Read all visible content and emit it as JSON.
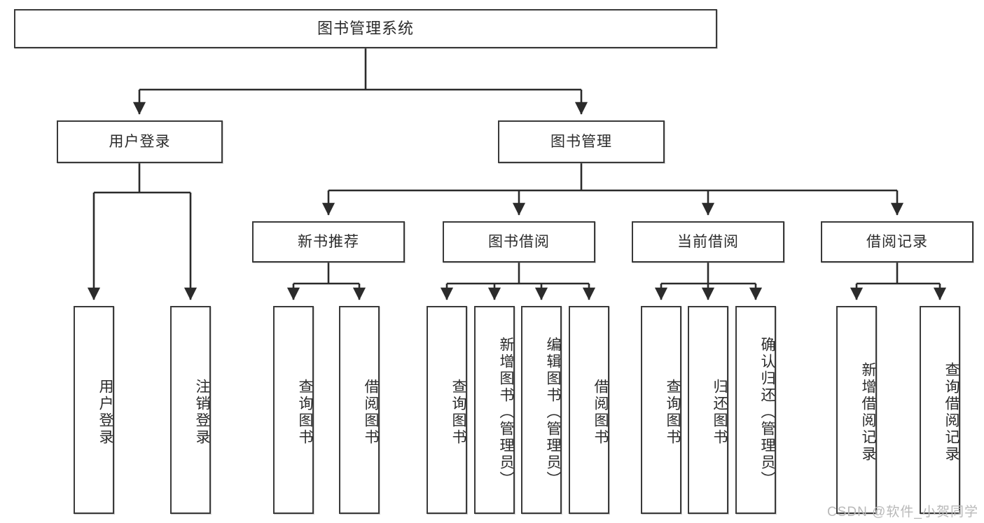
{
  "diagram": {
    "title": "图书管理系统",
    "type": "hierarchy-tree",
    "orientation": "top-down",
    "colors": {
      "box_border": "#3a3a3a",
      "box_fill": "#ffffff",
      "connector": "#2b2b2b",
      "watermark": "#b9b9b9",
      "background": "#ffffff"
    },
    "levels": 3
  },
  "root": {
    "label": "图书管理系统"
  },
  "level2": [
    {
      "id": "user-login",
      "label": "用户登录"
    },
    {
      "id": "book-manage",
      "label": "图书管理"
    }
  ],
  "level3": [
    {
      "id": "new-book-recommend",
      "label": "新书推荐",
      "parent": "book-manage"
    },
    {
      "id": "book-borrow",
      "label": "图书借阅",
      "parent": "book-manage"
    },
    {
      "id": "current-borrow",
      "label": "当前借阅",
      "parent": "book-manage"
    },
    {
      "id": "borrow-record",
      "label": "借阅记录",
      "parent": "book-manage"
    }
  ],
  "leaves": {
    "user_login": [
      {
        "id": "leaf-user-login",
        "label": "用户登录"
      },
      {
        "id": "leaf-user-logout",
        "label": "注销登录"
      }
    ],
    "new_book_recommend": [
      {
        "id": "leaf-query-book-1",
        "label": "查询图书"
      },
      {
        "id": "leaf-borrow-book-1",
        "label": "借阅图书"
      }
    ],
    "book_borrow": [
      {
        "id": "leaf-query-book-2",
        "label": "查询图书"
      },
      {
        "id": "leaf-add-book",
        "label": "新增图书（管理员）"
      },
      {
        "id": "leaf-edit-book",
        "label": "编辑图书（管理员）"
      },
      {
        "id": "leaf-borrow-book-2",
        "label": "借阅图书"
      }
    ],
    "current_borrow": [
      {
        "id": "leaf-query-book-3",
        "label": "查询图书"
      },
      {
        "id": "leaf-return-book",
        "label": "归还图书"
      },
      {
        "id": "leaf-confirm-return",
        "label": "确认归还（管理员）"
      }
    ],
    "borrow_record": [
      {
        "id": "leaf-add-record",
        "label": "新增借阅记录"
      },
      {
        "id": "leaf-query-record",
        "label": "查询借阅记录"
      }
    ]
  },
  "watermark": {
    "text": "CSDN @软件_小贺同学"
  }
}
